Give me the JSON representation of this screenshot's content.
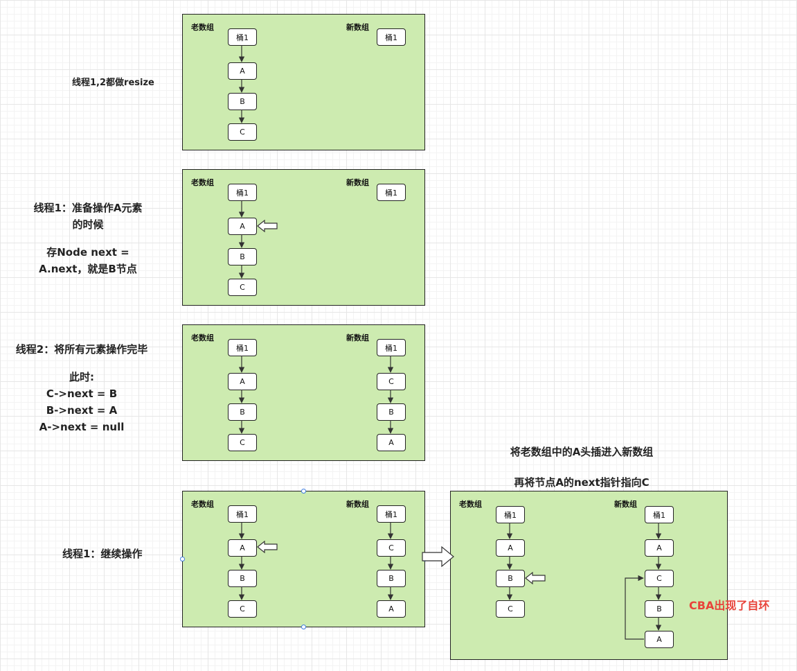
{
  "old_label": "老数组",
  "new_label": "新数组",
  "bucket": "桶1",
  "nodes": {
    "a": "A",
    "b": "B",
    "c": "C"
  },
  "notes": {
    "n1": "线程1,2都做resize",
    "n2_l1": "线程1：准备操作A元素",
    "n2_l2": "的时候",
    "n2_l3": "存Node next =",
    "n2_l4": "A.next，就是B节点",
    "n3_l1": "线程2：将所有元素操作完毕",
    "n3_l2": "此时:",
    "n3_l3": "C->next = B",
    "n3_l4": "B->next = A",
    "n3_l5": "A->next = null",
    "n4": "线程1：继续操作",
    "n5_l1": "将老数组中的A头插进入新数组",
    "n5_l2": "再将节点A的next指针指向C",
    "n6": "CBA出现了自环"
  },
  "colors": {
    "panel": "#cdebb0",
    "accent_red": "#e8433a",
    "selection": "#3d7de0"
  }
}
